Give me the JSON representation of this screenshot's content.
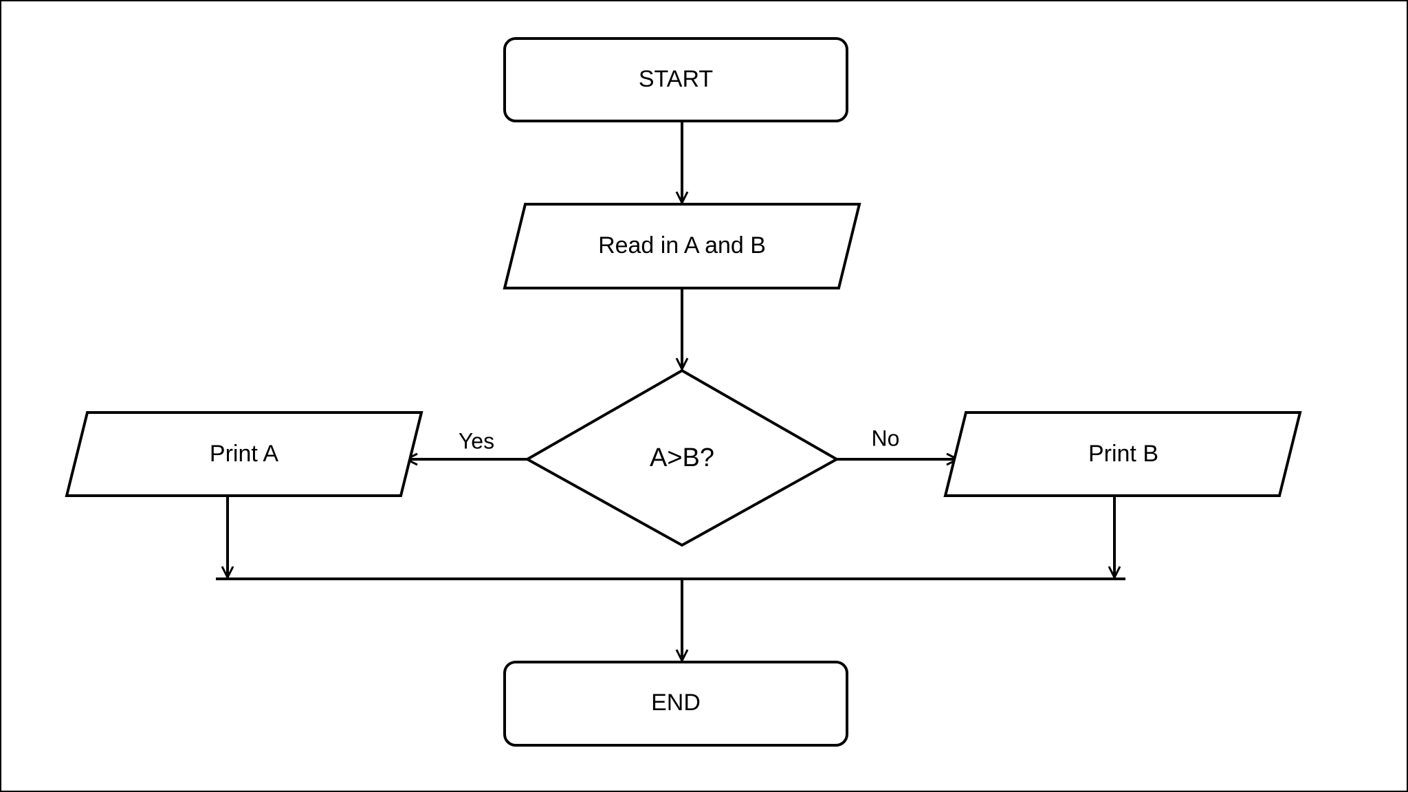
{
  "nodes": {
    "start": "START",
    "read": "Read in A and B",
    "decision": "A>B?",
    "print_a": "Print A",
    "print_b": "Print B",
    "end": "END"
  },
  "edges": {
    "yes": "Yes",
    "no": "No"
  },
  "colors": {
    "stroke": "#000000",
    "background": "#ffffff"
  }
}
